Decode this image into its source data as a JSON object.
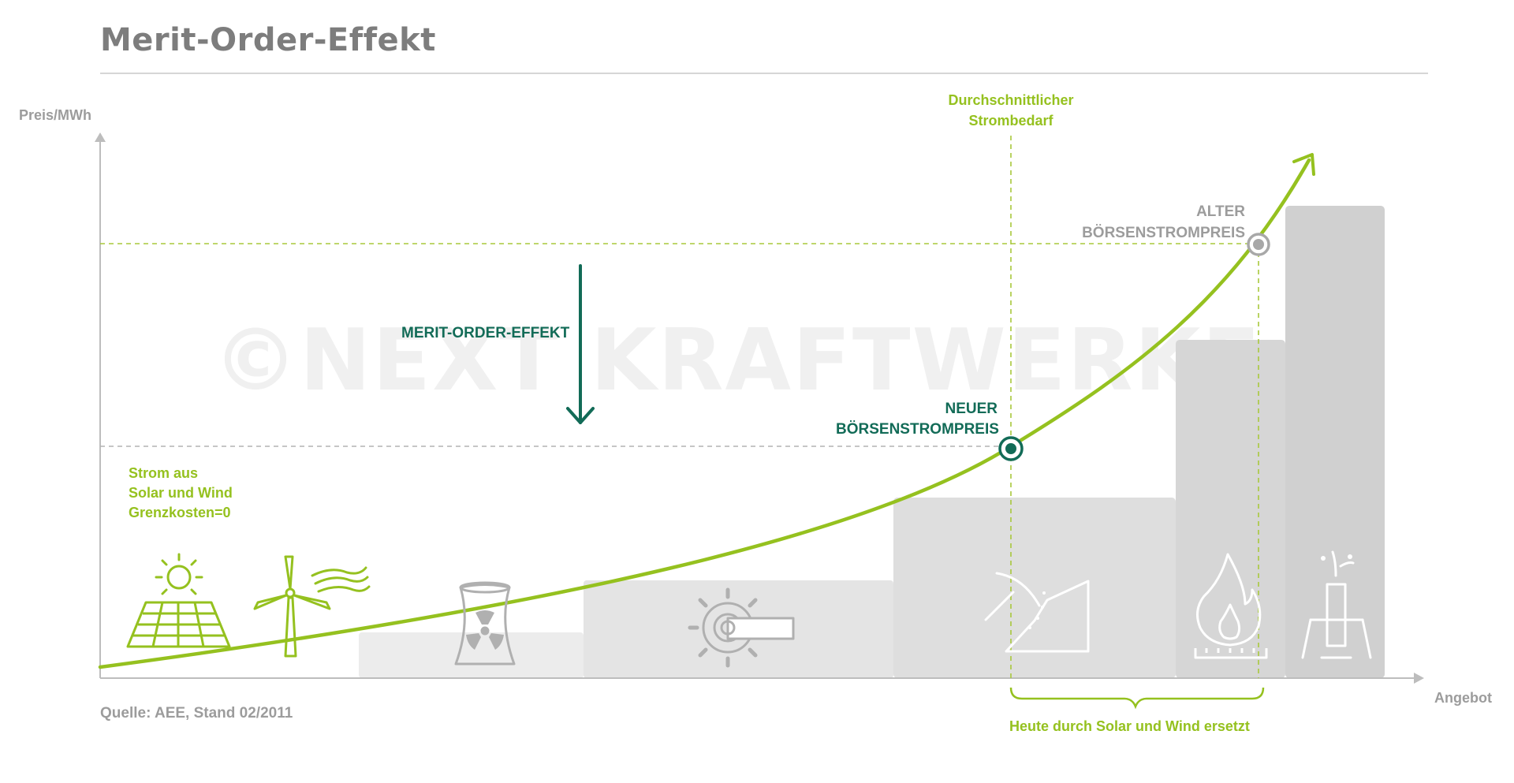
{
  "title": "Merit-Order-Effekt",
  "watermark": "©NEXT KRAFTWERKE",
  "axes": {
    "y_label": "Preis/MWh",
    "x_label": "Angebot"
  },
  "source": "Quelle: AEE, Stand 02/2011",
  "annotations": {
    "renewables": [
      "Strom aus",
      "Solar und Wind",
      "Grenzkosten=0"
    ],
    "merit_order_effect": "MERIT-ORDER-EFFEKT",
    "new_price": [
      "NEUER",
      "BÖRSENSTROMPREIS"
    ],
    "old_price": [
      "ALTER",
      "BÖRSENSTROMPREIS"
    ],
    "demand": [
      "Durchschnittlicher",
      "Strombedarf"
    ],
    "replaced": "Heute durch Solar und Wind ersetzt"
  },
  "supply_blocks": [
    {
      "icon": "nuclear-plant-icon",
      "level": 1
    },
    {
      "icon": "lignite-excavator-icon",
      "level": 2
    },
    {
      "icon": "coal-mining-icon",
      "level": 3
    },
    {
      "icon": "gas-flame-icon",
      "level": 4
    },
    {
      "icon": "oil-pump-icon",
      "level": 5
    }
  ],
  "renewable_icons": [
    "solar-panel-icon",
    "wind-turbine-icon"
  ],
  "colors": {
    "curve": "#95c11f",
    "accent_dark": "#126b57",
    "block_light": "#ececec",
    "block_mid": "#e2e2e2",
    "block_dark": "#d6d6d6",
    "axis": "#bdbdbd",
    "text_gray": "#9c9c9c"
  }
}
